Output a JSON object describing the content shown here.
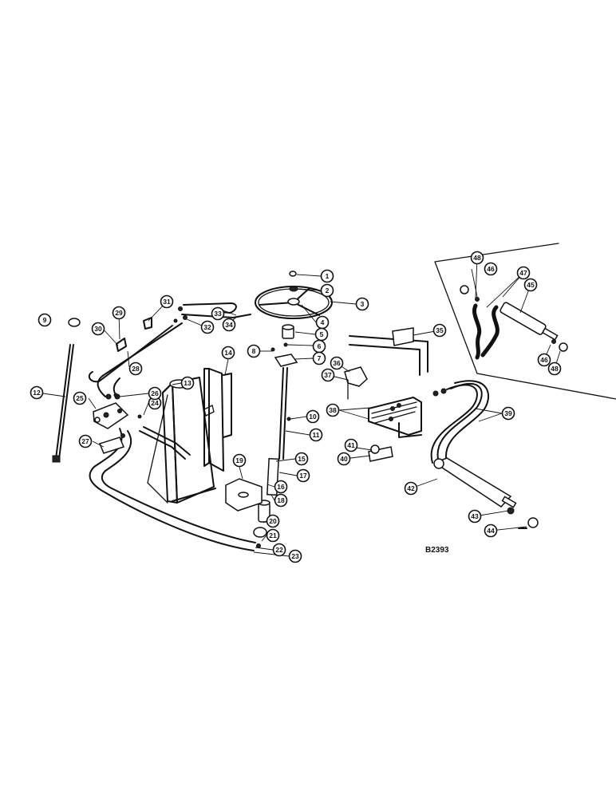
{
  "figure": {
    "reference": "B2393",
    "callouts": [
      "1",
      "2",
      "3",
      "4",
      "5",
      "6",
      "7",
      "8",
      "9",
      "10",
      "11",
      "12",
      "13",
      "14",
      "15",
      "16",
      "17",
      "18",
      "19",
      "20",
      "21",
      "22",
      "23",
      "24",
      "25",
      "26",
      "27",
      "28",
      "29",
      "30",
      "31",
      "32",
      "33",
      "34",
      "35",
      "36",
      "37",
      "38",
      "39",
      "40",
      "41",
      "42",
      "43",
      "44",
      "45",
      "46",
      "47",
      "48"
    ],
    "inset_callouts": [
      "48",
      "46",
      "47",
      "45",
      "46",
      "48"
    ]
  }
}
